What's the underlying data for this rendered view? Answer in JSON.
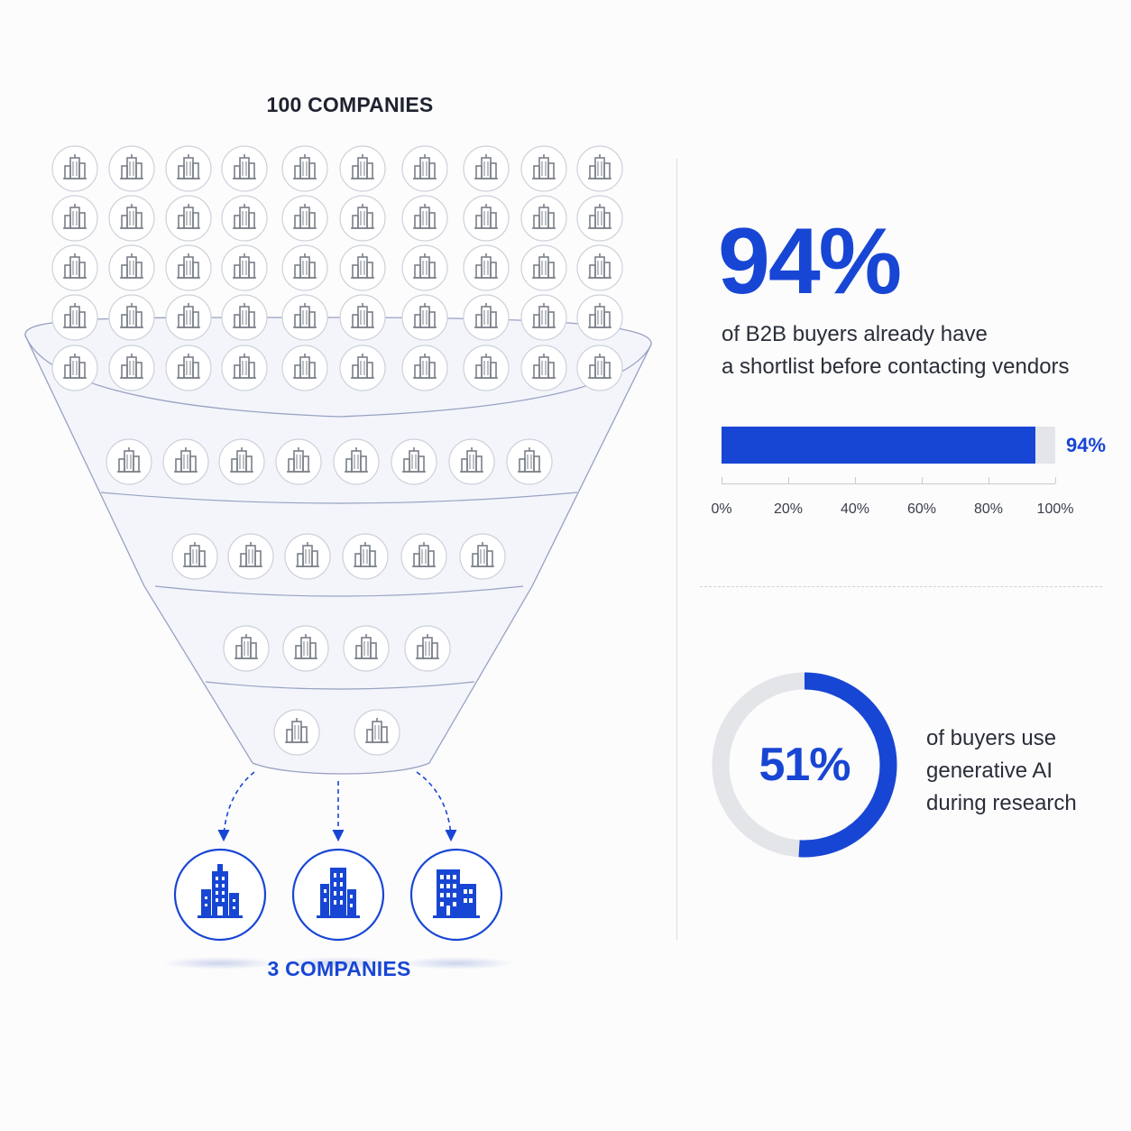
{
  "funnel": {
    "top_label": "100 COMPANIES",
    "bottom_label": "3 COMPANIES",
    "icon_name": "office-building-icon",
    "colors": {
      "outline": "#8c95b8",
      "icon_gray": "#7a7f88",
      "accent": "#1846d4"
    }
  },
  "stat1": {
    "value": "94%",
    "line1": "of B2B buyers already have",
    "line2": "a shortlist before contacting vendors",
    "bar_value_label": "94%"
  },
  "chart_data": [
    {
      "type": "bar",
      "orientation": "horizontal",
      "values": [
        94
      ],
      "xlim": [
        0,
        100
      ],
      "tick_labels": [
        "0%",
        "20%",
        "40%",
        "60%",
        "80%",
        "100%"
      ],
      "data_label": "94%"
    },
    {
      "type": "pie",
      "style": "donut",
      "values": [
        51,
        49
      ],
      "center_label": "51%",
      "colors": [
        "#1846d4",
        "#e3e5e9"
      ]
    }
  ],
  "stat2": {
    "value": "51%",
    "line1": "of buyers use",
    "line2": "generative AI",
    "line3": "during research"
  }
}
